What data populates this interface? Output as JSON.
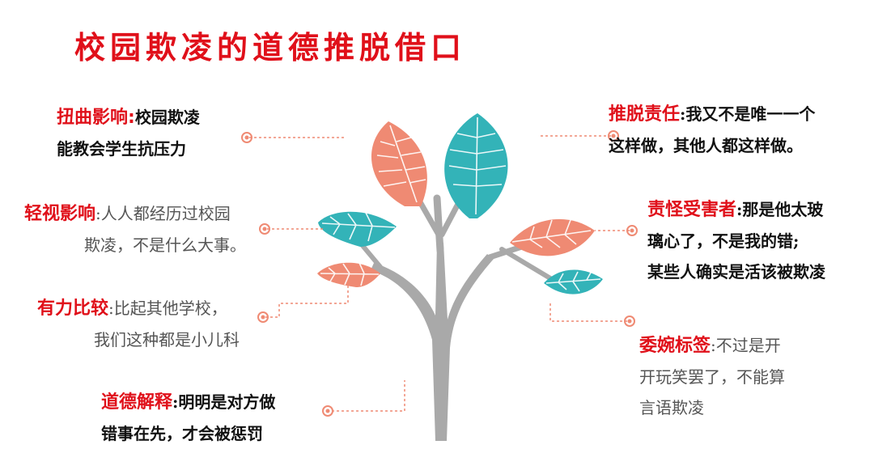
{
  "title": "校园欺凌的道德推脱借口",
  "items": [
    {
      "key": "扭曲影响",
      "sep": ":",
      "line1": "校园欺凌",
      "line2": "能教会学生抗压力"
    },
    {
      "key": "轻视影响",
      "sep": ":",
      "line1": "人人都经历过校园",
      "line2": "欺凌，不是什么大事。"
    },
    {
      "key": "有力比较",
      "sep": ":",
      "line1": "比起其他学校，",
      "line2": "我们这种都是小儿科"
    },
    {
      "key": "道德解释",
      "sep": ":",
      "line1": "明明是对方做",
      "line2": "错事在先，才会被惩罚"
    },
    {
      "key": "推脱责任",
      "sep": ":",
      "line1": "我又不是唯一一个",
      "line2": "这样做，其他人都这样做。"
    },
    {
      "key": "责怪受害者",
      "sep": ":",
      "line1": "那是他太玻",
      "line2": "璃心了，不是我的错;",
      "line3": "某些人确实是活该被欺凌"
    },
    {
      "key": "委婉标签",
      "sep": ":",
      "line1": "不过是开",
      "line2": "开玩笑罢了，不能算",
      "line3": "言语欺凌"
    }
  ],
  "colors": {
    "accent": "#e0101a",
    "salmon": "#ef8a73",
    "teal": "#33b3b8",
    "trunk": "#a9a9a9",
    "connector": "#ef8a73"
  }
}
